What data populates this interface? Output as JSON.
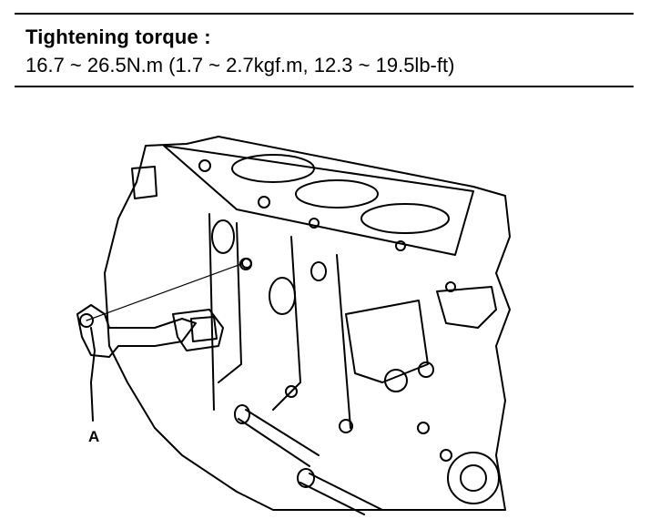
{
  "spec": {
    "title": "Tightening torque :",
    "value": "16.7 ~ 26.5N.m (1.7 ~ 2.7kgf.m, 12.3 ~ 19.5lb-ft)"
  },
  "figure": {
    "callout_label": "A"
  }
}
